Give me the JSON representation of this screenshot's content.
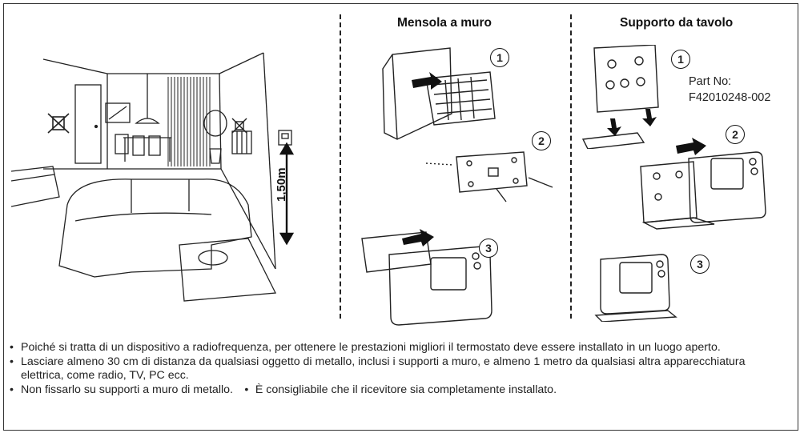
{
  "sections": {
    "wall_bracket_title": "Mensola a muro",
    "table_stand_title": "Supporto da tavolo"
  },
  "room": {
    "height_label": "1,50m"
  },
  "steps": {
    "wall": [
      "1",
      "2",
      "3"
    ],
    "table": [
      "1",
      "2",
      "3"
    ]
  },
  "part_number": {
    "label": "Part No:",
    "value": "F42010248-002"
  },
  "notes": {
    "bullet_symbol": "•",
    "items": [
      "Poiché si tratta di un dispositivo a radiofrequenza, per ottenere le prestazioni migliori il termostato deve essere installato in un luogo aperto.",
      "Lasciare almeno 30 cm di distanza da qualsiasi oggetto di metallo, inclusi i supporti a muro, e almeno 1 metro da qualsiasi altra apparecchiatura elettrica, come radio, TV, PC ecc.",
      "Non fissarlo su supporti a muro di metallo.",
      "È consigliabile che il ricevitore sia completamente installato."
    ]
  }
}
